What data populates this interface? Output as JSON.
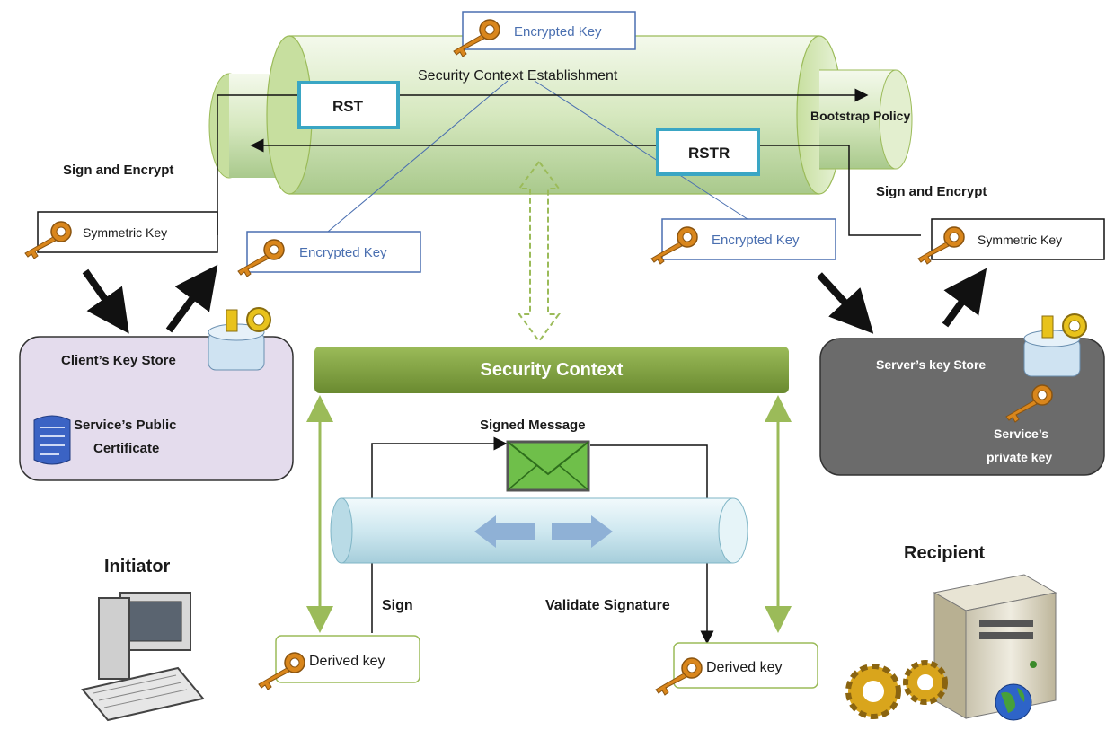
{
  "labels": {
    "encrypted_key": "Encrypted Key",
    "security_context_establishment": "Security Context Establishment",
    "rst": "RST",
    "rstr": "RSTR",
    "bootstrap_policy": "Bootstrap Policy",
    "sign_encrypt": "Sign and Encrypt",
    "symmetric_key": "Symmetric Key",
    "client_key_store": "Client’s Key Store",
    "service_public_cert_line1": "Service’s Public",
    "service_public_cert_line2": "Certificate",
    "security_context": "Security Context",
    "server_key_store": "Server’s key Store",
    "service_private_key_line1": "Service’s",
    "service_private_key_line2": "private key",
    "signed_message": "Signed Message",
    "initiator": "Initiator",
    "recipient": "Recipient",
    "sign": "Sign",
    "validate_signature": "Validate Signature",
    "derived_key": "Derived key"
  },
  "colors": {
    "tube_green": "#d6e8bf",
    "tube_cyan": "#cfe8f0",
    "box_border_cyan": "#3aa6c4",
    "context_bar": "#77933c",
    "client_store": "#e4dced",
    "server_store": "#6b6b6b",
    "key_gold": "#d9861c",
    "arrow_green": "#9bbb59"
  },
  "icons": [
    "key-icon",
    "certificate-icon",
    "key-store-icon",
    "envelope-icon",
    "computer-icon",
    "server-icon",
    "gear-icon",
    "globe-icon"
  ]
}
